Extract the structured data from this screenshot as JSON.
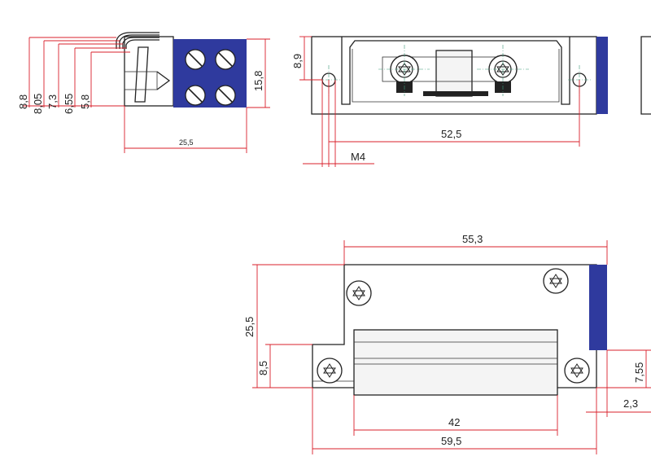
{
  "accent_color": "#2f3a9e",
  "dimension_color": "#d9202b",
  "side_view": {
    "heights": [
      "8,8",
      "8,05",
      "7,3",
      "6,55",
      "5,8"
    ],
    "height_right": "15,8",
    "width": "25,5"
  },
  "front_view": {
    "left_height": "8,9",
    "hole_spacing": "52,5",
    "thread": "M4"
  },
  "bottom_view": {
    "top_width": "55,3",
    "total_height": "25,5",
    "step_height": "8,5",
    "latch_width": "42",
    "total_width": "59,5",
    "right_height": "7,55",
    "right_offset": "2,3"
  }
}
